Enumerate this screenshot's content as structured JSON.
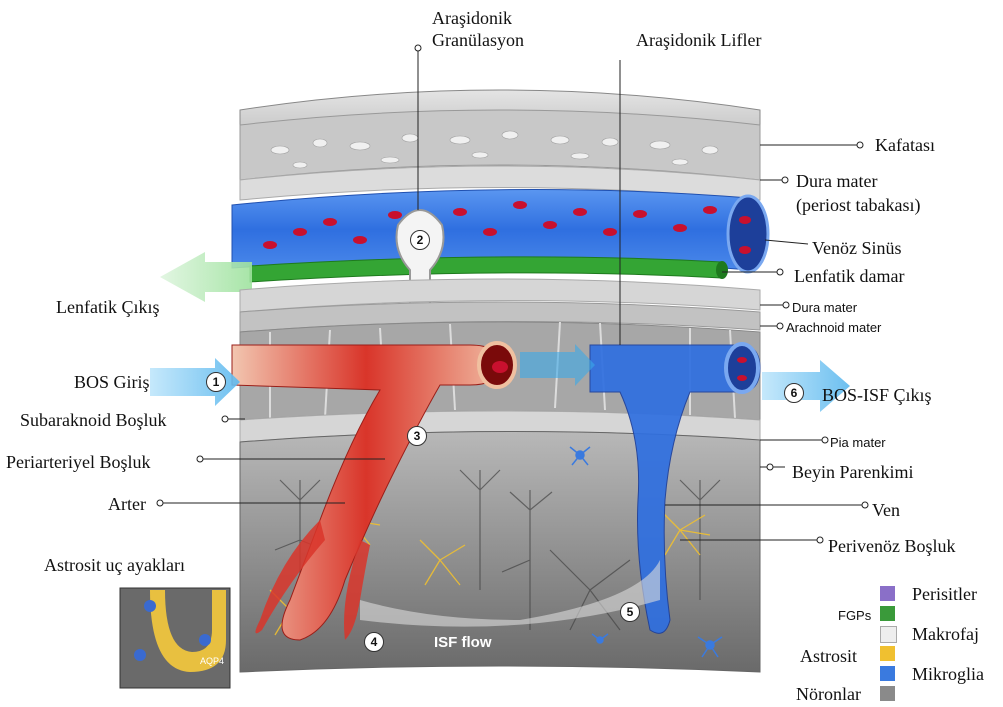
{
  "labels": {
    "granulation_line1": "Araşidonik",
    "granulation_line2": "Granülasyon",
    "fibers": "Araşidonik Lifler",
    "skull": "Kafatası",
    "dura_periost_line1": "Dura mater",
    "dura_periost_line2": "(periost tabakası)",
    "venous_sinus": "Venöz Sinüs",
    "lymph_vessel": "Lenfatik damar",
    "lymph_exit": "Lenfatik Çıkış",
    "dura_mater": "Dura mater",
    "arachnoid_mater": "Arachnoid mater",
    "csf_inflow": "BOS Giriş",
    "csf_isf_exit": "BOS-ISF Çıkış",
    "subarachnoid": "Subaraknoid Boşluk",
    "pia_mater": "Pia mater",
    "periarterial": "Periarteriyel Boşluk",
    "brain_parenchyma": "Beyin Parenkimi",
    "artery": "Arter",
    "vein": "Ven",
    "perivenous": "Perivenöz Boşluk",
    "astro_endfeet": "Astrosit uç ayakları",
    "isf_flow": "ISF flow",
    "aqp4": "AQP4"
  },
  "steps": [
    "1",
    "2",
    "3",
    "4",
    "5",
    "6"
  ],
  "legend": {
    "items": [
      {
        "label": "Perisitler",
        "color": "#8a6fc8"
      },
      {
        "label": "FGPs",
        "color": "#3a9a3a"
      },
      {
        "label": "Makrofaj",
        "color": "#eeeeee"
      },
      {
        "label": "Astrosit",
        "color": "#f0c030"
      },
      {
        "label": "Mikroglia",
        "color": "#3a7adf"
      },
      {
        "label": "Nöronlar",
        "color": "#8a8a8a"
      }
    ]
  },
  "colors": {
    "skull": "#cfcfcf",
    "sinus": "#3a7ae0",
    "lymph": "#3aa43a",
    "artery": "#d9352a",
    "vein": "#2f6fe0",
    "parenchyma": "#9a9a9a"
  }
}
